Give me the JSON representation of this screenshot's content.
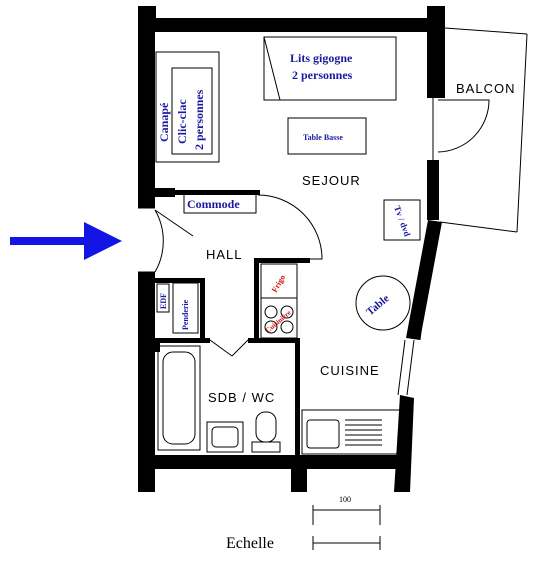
{
  "rooms": {
    "sejour": "SEJOUR",
    "hall": "HALL",
    "cuisine": "CUISINE",
    "sdb": "SDB / WC",
    "balcon": "BALCON"
  },
  "furniture": {
    "lits": [
      "Lits gigogne",
      "2 personnes"
    ],
    "canape": [
      "Canapé",
      "Clic-clac",
      "2 personnes"
    ],
    "table_basse": "Table Basse",
    "commode": "Commode",
    "tv": "Tv / dvd",
    "table": "Table",
    "edf": "EDF",
    "penderie": "Penderie",
    "frigo": "Frigo",
    "cuisiniere": "Cuisinière"
  },
  "scale": {
    "value": "100",
    "label": "Echelle"
  },
  "colors": {
    "wall": "#000000",
    "blue_text": "#1a1aa0",
    "red_text": "#d01010",
    "arrow": "#1414e6"
  },
  "icons": {
    "entrance": "arrow-right-icon"
  }
}
